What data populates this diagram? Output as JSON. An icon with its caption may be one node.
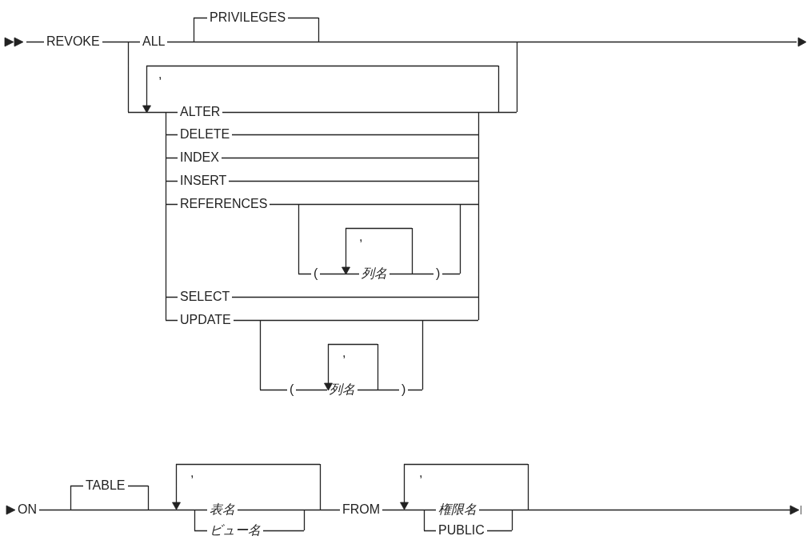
{
  "diagram": {
    "labels": [
      "REVOKE",
      "PRIVILEGES",
      "ALL",
      ",",
      "ALTER",
      "DELETE",
      "INDEX",
      "INSERT",
      "REFERENCES",
      ",",
      "(",
      "列名",
      ")",
      "SELECT",
      "UPDATE",
      ",",
      "(",
      "列名",
      ")",
      "ON",
      "TABLE",
      ",",
      "表名",
      "ビュー名",
      "FROM",
      ",",
      "権限名",
      "PUBLIC"
    ]
  }
}
